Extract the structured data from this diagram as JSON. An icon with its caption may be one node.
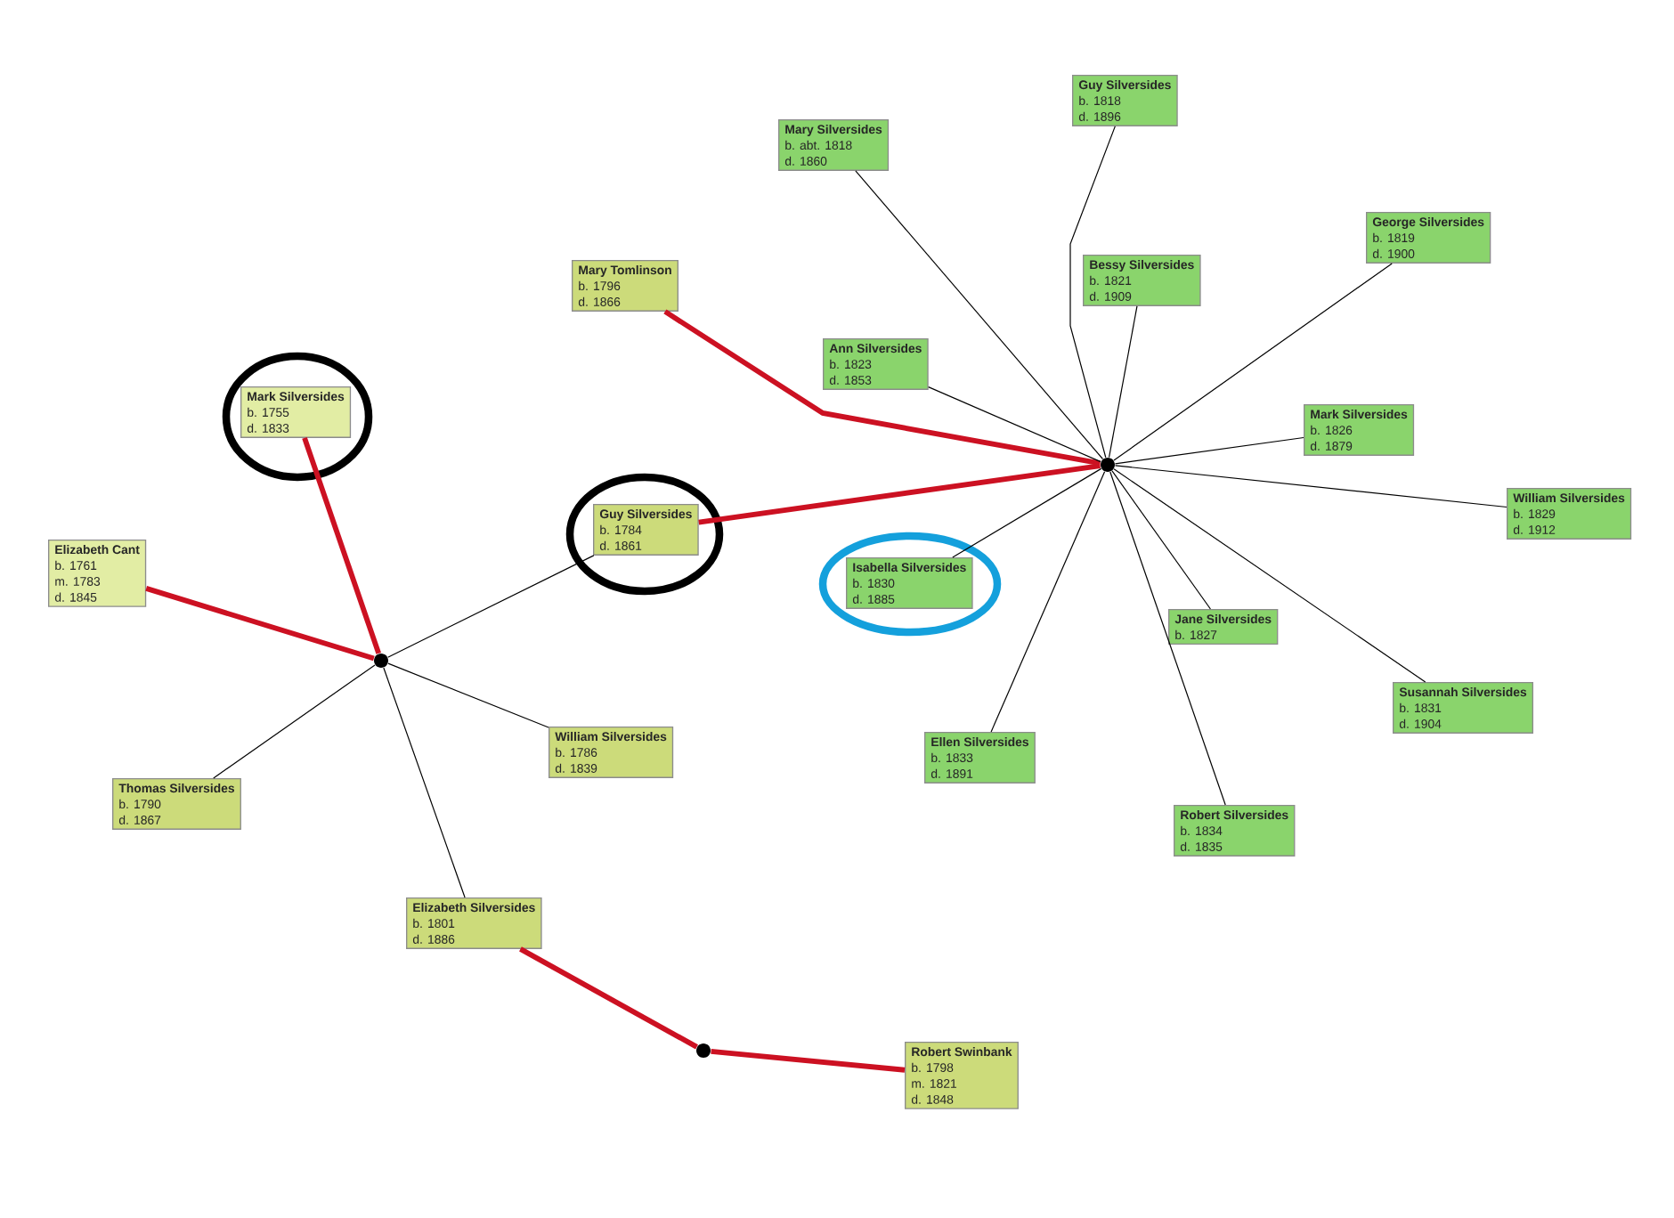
{
  "diagram": {
    "nodes": [
      {
        "text": [
          "Mark Silversides",
          "b. 1755",
          "d. 1833"
        ]
      },
      {
        "text": [
          "Elizabeth Cant",
          "b. 1761",
          "m. 1783",
          "d. 1845"
        ]
      },
      {
        "text": [
          "Guy Silversides",
          "b. 1784",
          "d. 1861"
        ]
      },
      {
        "text": [
          "William Silversides",
          "b. 1786",
          "d. 1839"
        ]
      },
      {
        "text": [
          "Thomas Silversides",
          "b. 1790",
          "d. 1867"
        ]
      },
      {
        "text": [
          "Elizabeth Silversides",
          "b. 1801",
          "d. 1886"
        ]
      },
      {
        "text": [
          "Robert Swinbank",
          "b. 1798",
          "m. 1821",
          "d. 1848"
        ]
      },
      {
        "text": [
          "Mary Tomlinson",
          "b. 1796",
          "d. 1866"
        ]
      },
      {
        "text": [
          "Mary Silversides",
          "b. abt. 1818",
          "d. 1860"
        ]
      },
      {
        "text": [
          "Guy Silversides",
          "b. 1818",
          "d. 1896"
        ]
      },
      {
        "text": [
          "Ann Silversides",
          "b. 1823",
          "d. 1853"
        ]
      },
      {
        "text": [
          "Bessy Silversides",
          "b. 1821",
          "d. 1909"
        ]
      },
      {
        "text": [
          "George Silversides",
          "b. 1819",
          "d. 1900"
        ]
      },
      {
        "text": [
          "Mark Silversides",
          "b. 1826",
          "d. 1879"
        ]
      },
      {
        "text": [
          "William Silversides",
          "b. 1829",
          "d. 1912"
        ]
      },
      {
        "text": [
          "Isabella Silversides",
          "b. 1830",
          "d. 1885"
        ]
      },
      {
        "text": [
          "Jane Silversides",
          "b. 1827"
        ]
      },
      {
        "text": [
          "Susannah Silversides",
          "b. 1831",
          "d. 1904"
        ]
      },
      {
        "text": [
          "Ellen Silversides",
          "b. 1833",
          "d. 1891"
        ]
      },
      {
        "text": [
          "Robert Silversides",
          "b. 1834",
          "d. 1835"
        ]
      },
      {
        "text": [],
        "shape": "circle"
      },
      {
        "text": [],
        "shape": "circle"
      },
      {
        "text": [],
        "shape": "circle"
      }
    ],
    "edges": [
      {
        "from": 0,
        "to": 20,
        "arrow": "none",
        "style": "thick",
        "color": "#cc1122"
      },
      {
        "from": 1,
        "to": 20,
        "arrow": "none",
        "style": "thick",
        "color": "#cc1122"
      },
      {
        "from": 20,
        "to": 2,
        "arrow": "none"
      },
      {
        "from": 20,
        "to": 3,
        "arrow": "none"
      },
      {
        "from": 20,
        "to": 4,
        "arrow": "none"
      },
      {
        "from": 20,
        "to": 5,
        "arrow": "none"
      },
      {
        "from": 5,
        "to": 22,
        "arrow": "none",
        "style": "thick",
        "color": "#cc1122"
      },
      {
        "from": 6,
        "to": 22,
        "arrow": "none",
        "style": "thick",
        "color": "#cc1122"
      },
      {
        "from": 2,
        "to": 21,
        "arrow": "none",
        "style": "thick",
        "color": "#cc1122"
      },
      {
        "from": 7,
        "to": 21,
        "arrow": "none",
        "style": "thick",
        "color": "#cc1122"
      },
      {
        "from": 21,
        "to": 8,
        "arrow": "none"
      },
      {
        "from": 21,
        "to": 9,
        "arrow": "none"
      },
      {
        "from": 21,
        "to": 10,
        "arrow": "none"
      },
      {
        "from": 21,
        "to": 11,
        "arrow": "none"
      },
      {
        "from": 21,
        "to": 12,
        "arrow": "none"
      },
      {
        "from": 21,
        "to": 13,
        "arrow": "none"
      },
      {
        "from": 21,
        "to": 14,
        "arrow": "none"
      },
      {
        "from": 21,
        "to": 15,
        "arrow": "none"
      },
      {
        "from": 21,
        "to": 16,
        "arrow": "none"
      },
      {
        "from": 21,
        "to": 17,
        "arrow": "none"
      },
      {
        "from": 21,
        "to": 18,
        "arrow": "none"
      },
      {
        "from": 21,
        "to": 19,
        "arrow": "none"
      }
    ]
  }
}
